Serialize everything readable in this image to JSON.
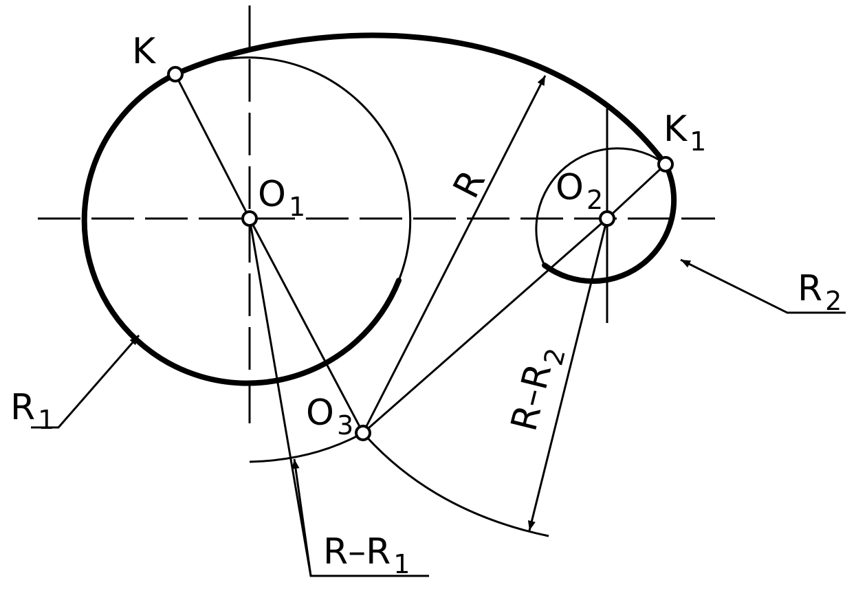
{
  "points": {
    "K": {
      "main": "K",
      "sub": ""
    },
    "K1": {
      "main": "K",
      "sub": "1"
    },
    "O1": {
      "main": "O",
      "sub": "1"
    },
    "O2": {
      "main": "O",
      "sub": "2"
    },
    "O3": {
      "main": "O",
      "sub": "3"
    }
  },
  "dimensions": {
    "R": {
      "main": "R",
      "sub": ""
    },
    "R1": {
      "main": "R",
      "sub": "1"
    },
    "R2": {
      "main": "R",
      "sub": "2"
    },
    "RmR1": {
      "main": "R–R",
      "sub": "1"
    },
    "RmR2": {
      "main": "R–R",
      "sub": "2"
    }
  },
  "colors": {
    "line": "#000000",
    "background": "#ffffff"
  }
}
